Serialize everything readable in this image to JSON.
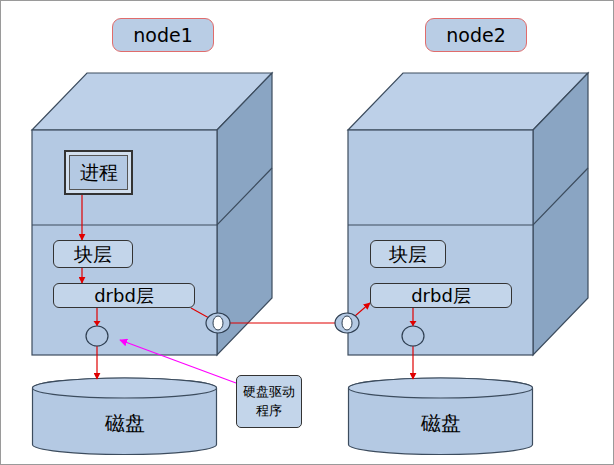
{
  "diagram": {
    "nodes": [
      {
        "text": [
          "node1"
        ]
      },
      {
        "text": [
          "进程"
        ],
        "in": 0
      },
      {
        "text": [
          "块层"
        ],
        "in": 0
      },
      {
        "text": [
          "drbd层"
        ],
        "in": 0
      },
      {
        "text": [
          "node2"
        ]
      },
      {
        "text": [
          "块层"
        ],
        "in": 4
      },
      {
        "text": [
          "drbd层"
        ],
        "in": 4
      },
      {
        "text": [
          "磁盘"
        ]
      },
      {
        "text": [
          "磁盘"
        ]
      },
      {
        "text": [
          "硬盘驱动 程序"
        ]
      }
    ],
    "edges": [
      {
        "from": 1,
        "to": 2,
        "arrow": "to"
      },
      {
        "from": 2,
        "to": 3,
        "arrow": "to"
      },
      {
        "from": 3,
        "to": 7,
        "arrow": "to"
      },
      {
        "from": 3,
        "to": 6,
        "arrow": "to"
      },
      {
        "from": 6,
        "to": 8,
        "arrow": "to"
      }
    ]
  }
}
